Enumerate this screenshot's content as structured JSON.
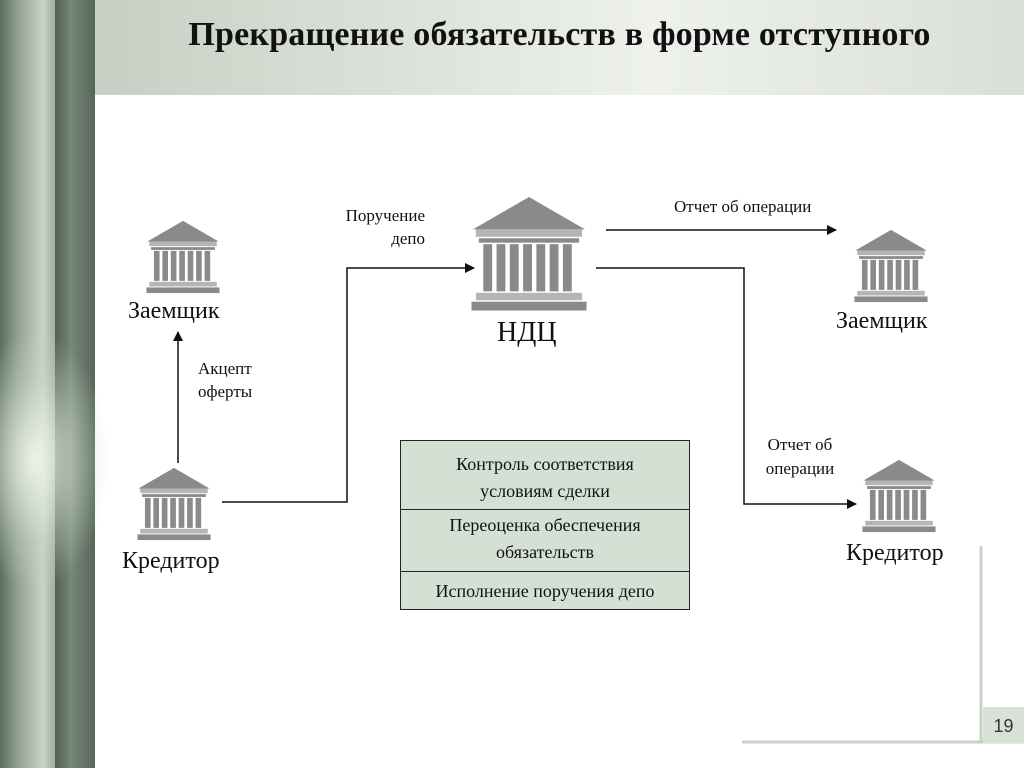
{
  "title": "Прекращение обязательств в форме отступного",
  "nodes": {
    "borrower_left": "Заемщик",
    "creditor_left": "Кредитор",
    "ndc": "НДЦ",
    "borrower_right": "Заемщик",
    "creditor_right": "Кредитор"
  },
  "edge_labels": {
    "offer_acceptance_1": "Акцепт",
    "offer_acceptance_2": "оферты",
    "depo_order_1": "Поручение",
    "depo_order_2": "депо",
    "report_top": "Отчет об операции",
    "report_right_1": "Отчет об",
    "report_right_2": "операции"
  },
  "control_box": {
    "row1_line1": "Контроль  соответствия",
    "row1_line2": "условиям сделки",
    "row2_line1": "Переоценка обеспечения",
    "row2_line2": "обязательств",
    "row3": "Исполнение поручения депо"
  },
  "page_number": "19",
  "colors": {
    "building": "#8a8a8a",
    "box_fill": "#d5e0d5",
    "accent": "#c6d3c4"
  }
}
